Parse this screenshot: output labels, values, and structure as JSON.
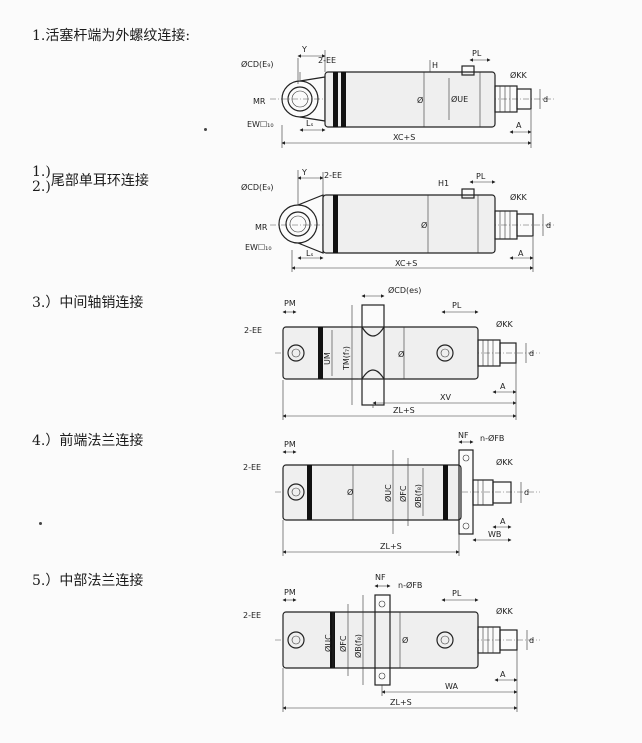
{
  "sections": [
    {
      "heading": "1.活塞杆端为外螺纹连接:",
      "labels": {
        "cd": "ØCD(E₉)",
        "y": "Y",
        "ee": "2-EE",
        "pl": "PL",
        "h": "H",
        "kk": "ØKK",
        "mr": "MR",
        "ew": "EW☐₁₀",
        "ls": "Lₛ",
        "a": "A",
        "d": "d",
        "dia": "Ø",
        "ue": "ØUE",
        "total": "XC+S"
      }
    },
    {
      "heading_lines": [
        "1.)",
        "2.)"
      ],
      "heading": "尾部单耳环连接",
      "labels": {
        "cd": "ØCD(E₉)",
        "y": "Y",
        "ee": "2-EE",
        "pl": "PL",
        "h": "H1",
        "kk": "ØKK",
        "mr": "MR",
        "ew": "EW☐₁₀",
        "ls": "Lₛ",
        "a": "A",
        "d": "d",
        "dia": "Ø",
        "total": "XC+S"
      }
    },
    {
      "heading": "3.）中间轴销连接",
      "labels": {
        "cd": "ØCD(es)",
        "pm": "PM",
        "pl": "PL",
        "ee": "2-EE",
        "um": "UM",
        "tm": "TM(f₇)",
        "dia": "Ø",
        "kk": "ØKK",
        "a": "A",
        "d": "d",
        "xv": "XV",
        "total": "ZL+S"
      }
    },
    {
      "heading": "4.）前端法兰连接",
      "labels": {
        "nf": "NF",
        "fb": "n-ØFB",
        "pm": "PM",
        "ee": "2-EE",
        "kk": "ØKK",
        "dia": "Ø",
        "uc": "ØUC",
        "fc": "ØFC",
        "b": "ØB(f₈)",
        "a": "A",
        "d": "d",
        "wb": "WB",
        "total": "ZL+S"
      }
    },
    {
      "heading": "5.）中部法兰连接",
      "labels": {
        "nf": "NF",
        "fb": "n-ØFB",
        "pm": "PM",
        "pl": "PL",
        "ee": "2-EE",
        "uc": "ØUC",
        "fc": "ØFC",
        "b": "ØB(f₈)",
        "dia": "Ø",
        "kk": "ØKK",
        "a": "A",
        "d": "d",
        "wa": "WA",
        "total": "ZL+S"
      }
    }
  ]
}
